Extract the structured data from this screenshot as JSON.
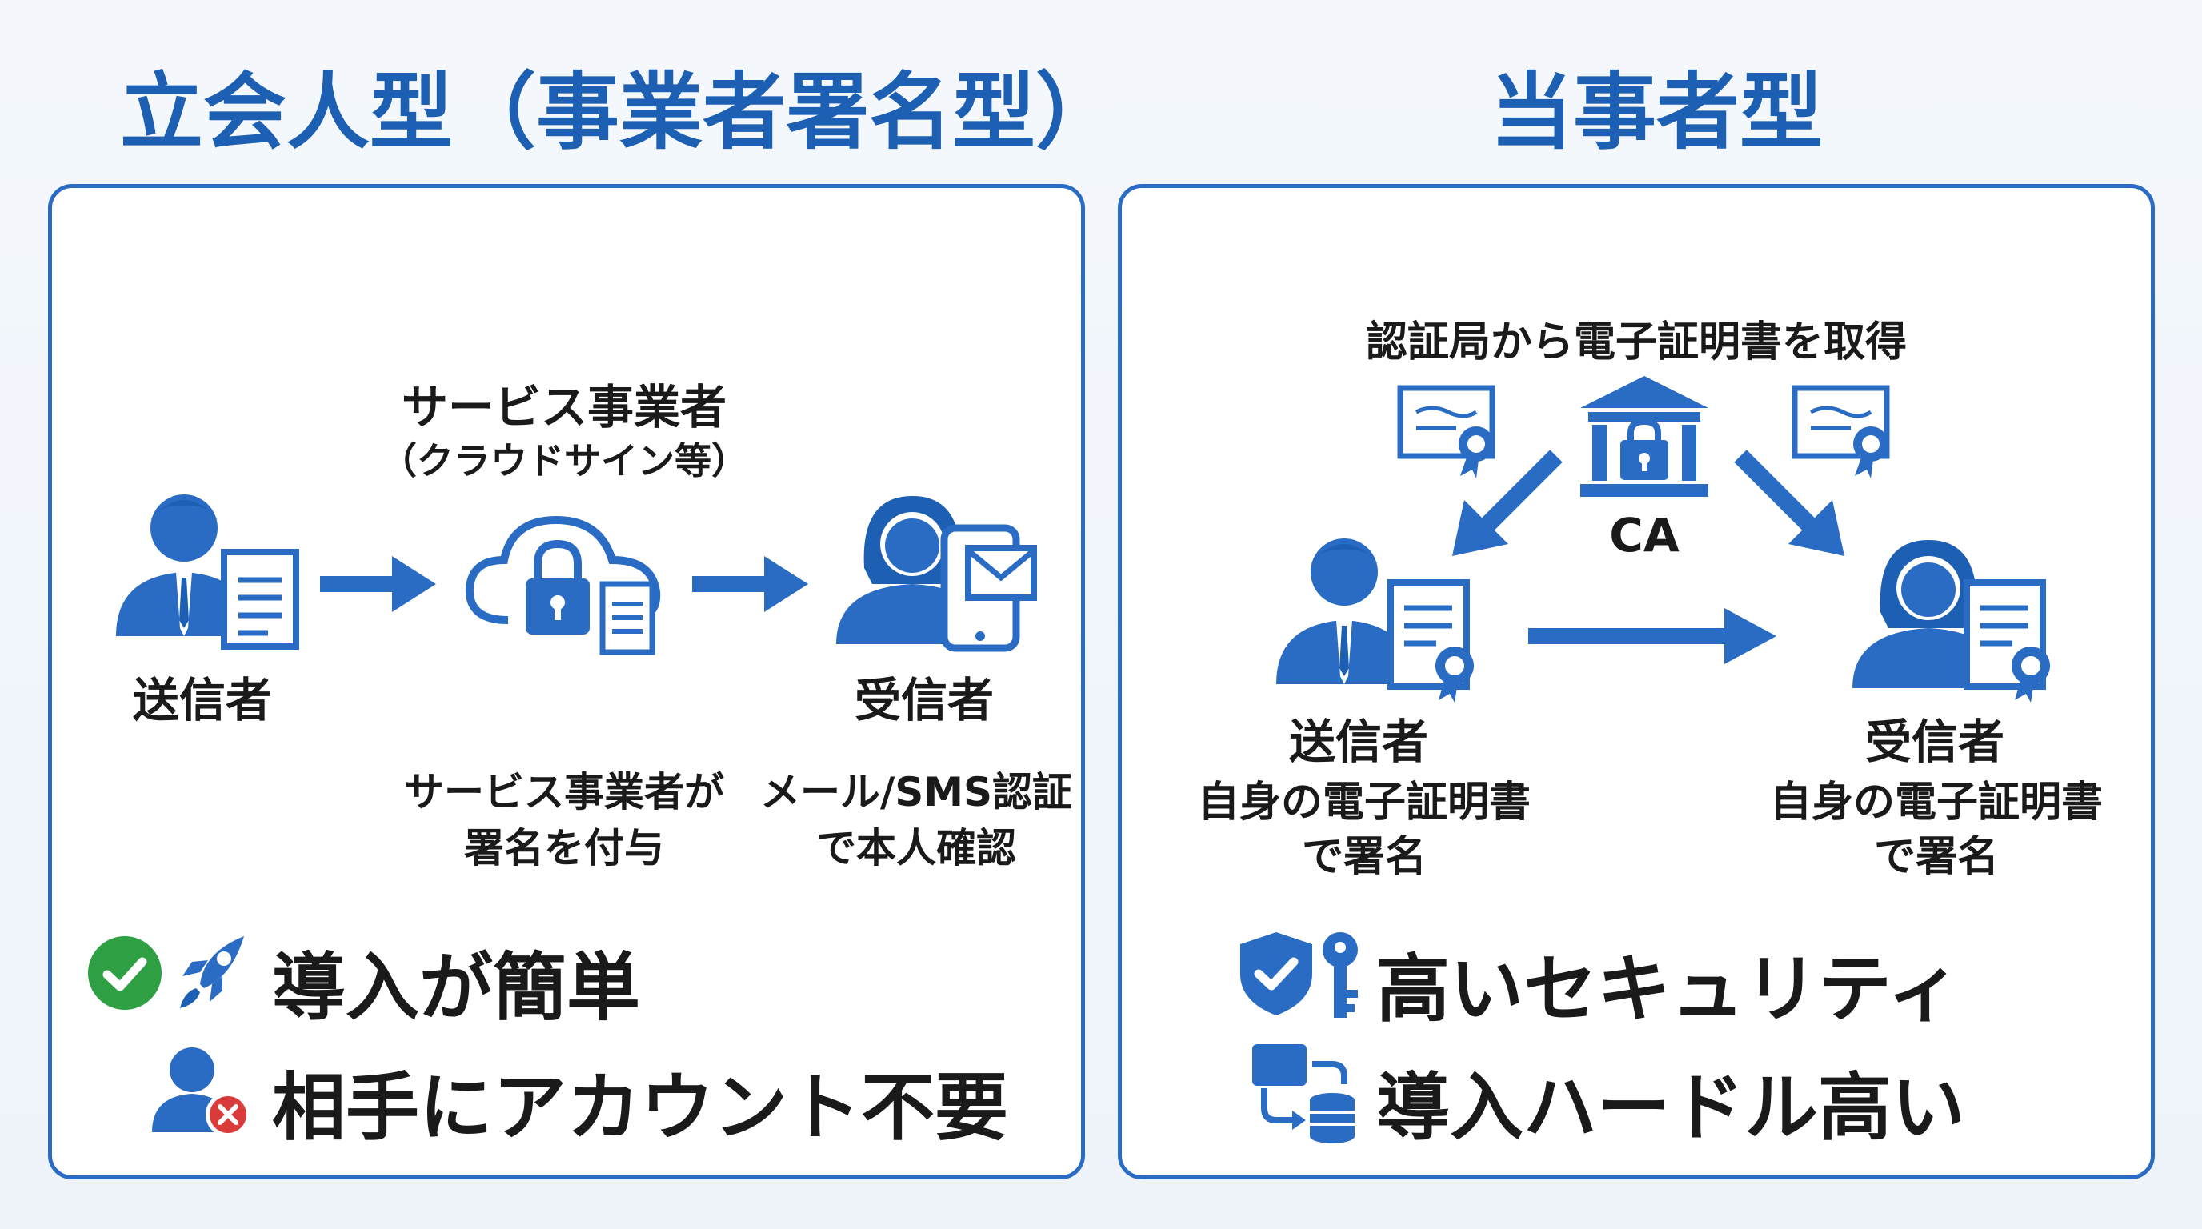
{
  "left": {
    "title": "立会人型（事業者署名型）",
    "service_label": "サービス事業者",
    "service_sub": "（クラウドサイン等）",
    "sender": "送信者",
    "receiver": "受信者",
    "desc_service_1": "サービス事業者が",
    "desc_service_2": "署名を付与",
    "desc_receiver_1": "メール/SMS認証",
    "desc_receiver_2": "で本人確認",
    "benefit_1": "導入が簡単",
    "benefit_2": "相手にアカウント不要"
  },
  "right": {
    "title": "当事者型",
    "ca_caption": "認証局から電子証明書を取得",
    "ca_label": "CA",
    "sender": "送信者",
    "receiver": "受信者",
    "desc_1": "自身の電子証明書",
    "desc_2": "で署名",
    "feature_1": "高いセキュリティ",
    "feature_2": "導入ハードル高い"
  },
  "colors": {
    "accent": "#2a6cc4",
    "heading": "#1d5fb2",
    "check_green": "#2ea043",
    "error_red": "#d93a3a"
  },
  "icons": [
    "person-doc-icon",
    "cloud-lock-icon",
    "woman-phone-mail-icon",
    "certificate-icon",
    "bank-lock-icon",
    "check-circle-icon",
    "rocket-icon",
    "user-x-icon",
    "shield-check-icon",
    "key-icon",
    "workflow-database-icon"
  ]
}
